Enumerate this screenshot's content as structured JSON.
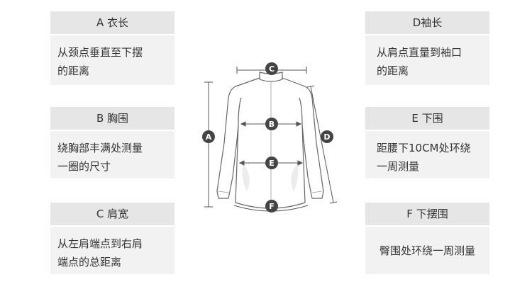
{
  "cards": {
    "a": {
      "title": "A 衣长",
      "line1": "从颈点垂直至下摆",
      "line2": "的距离"
    },
    "b": {
      "title": "B 胸围",
      "line1": "绕胸部丰满处测量",
      "line2": "一圈的尺寸"
    },
    "c": {
      "title": "C 肩宽",
      "line1": "从左肩端点到右肩",
      "line2": "端点的总距离"
    },
    "d": {
      "title": "D袖长",
      "line1": "从肩点直量到袖口",
      "line2": "的距离"
    },
    "e": {
      "title": "E 下围",
      "line1": "距腰下10CM处环绕",
      "line2": "一周测量"
    },
    "f": {
      "title": "F 下摆围",
      "line1": "臀围处环绕一周测量"
    }
  },
  "diagram": {
    "labels": {
      "a": "A",
      "b": "B",
      "c": "C",
      "d": "D",
      "e": "E",
      "f": "F"
    },
    "badge_color": "#444444",
    "line_color": "#555555"
  }
}
